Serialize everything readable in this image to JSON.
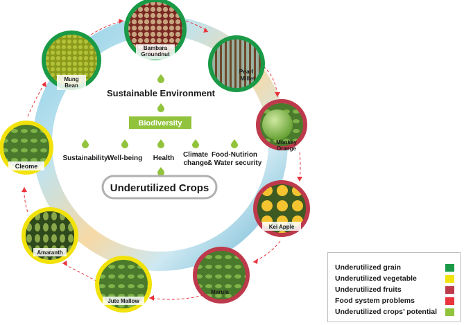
{
  "center": {
    "sustainable_environment": "Sustainable Environment",
    "biodiversity": "Biodiversity",
    "pillars": [
      {
        "line1": "Sustainability",
        "line2": ""
      },
      {
        "line1": "Well-being",
        "line2": ""
      },
      {
        "line1": "Health",
        "line2": ""
      },
      {
        "line1": "Climate",
        "line2": "change"
      },
      {
        "line1": "Food-Nutirion",
        "line2": "& Water security"
      }
    ],
    "underutilized_crops": "Underutilized Crops"
  },
  "crops": [
    {
      "line1": "Bambara",
      "line2": "Groundnut",
      "category": "grain"
    },
    {
      "line1": "Pearl",
      "line2": "Millet",
      "category": "grain"
    },
    {
      "line1": "Monkey",
      "line2": "Orange",
      "category": "fruit"
    },
    {
      "line1": "Kei Apple",
      "line2": "",
      "category": "fruit"
    },
    {
      "line1": "Marula",
      "line2": "",
      "category": "fruit"
    },
    {
      "line1": "Jute Mallow",
      "line2": "",
      "category": "vegetable"
    },
    {
      "line1": "Amaranth",
      "line2": "",
      "category": "vegetable"
    },
    {
      "line1": "Cleome",
      "line2": "",
      "category": "vegetable"
    },
    {
      "line1": "Mung",
      "line2": "Bean",
      "category": "grain"
    }
  ],
  "legend": [
    {
      "label": "Underutilized grain",
      "color": "#1a9a47"
    },
    {
      "label": "Underutilized vegetable",
      "color": "#f2e20c"
    },
    {
      "label": "Underutilized fruits",
      "color": "#bd3a4c"
    },
    {
      "label": "Food system problems",
      "color": "#e8343d"
    },
    {
      "label": "Underutilized crops’ potential",
      "color": "#92c33c"
    }
  ],
  "colors": {
    "grain": "#1a9a47",
    "vegetable": "#f2e20c",
    "fruit": "#bd3a4c",
    "arrow": "#e8343d",
    "potential": "#92c33c"
  }
}
